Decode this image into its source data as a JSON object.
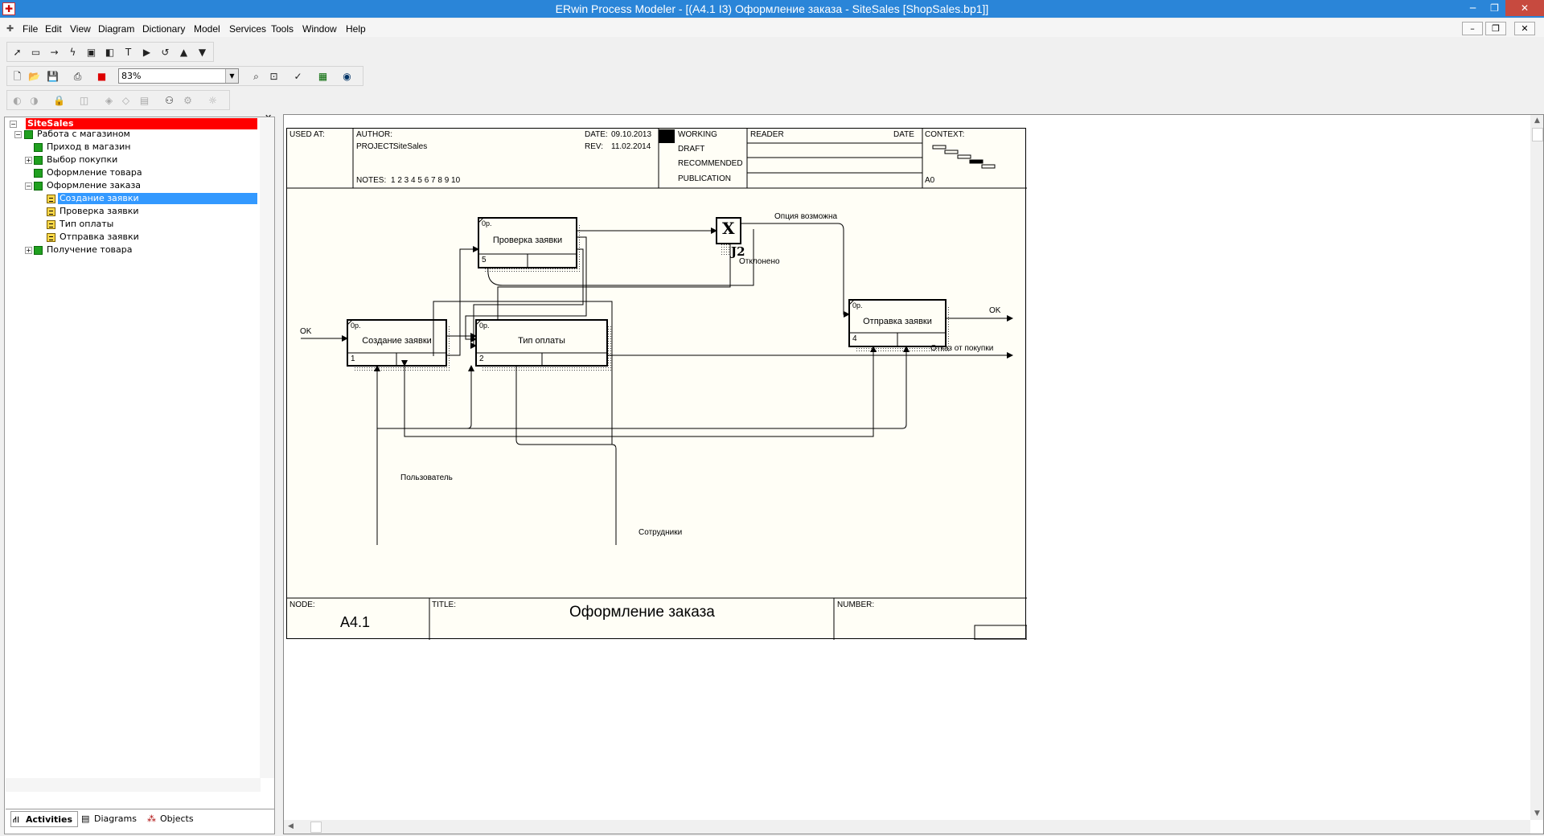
{
  "window": {
    "title": "ERwin Process Modeler - [(A4.1 I3) Оформление заказа - SiteSales  [ShopSales.bp1]]",
    "min_glyph": "─",
    "max_glyph": "❐",
    "close_glyph": "✕"
  },
  "menu": [
    "File",
    "Edit",
    "View",
    "Diagram",
    "Dictionary",
    "Model",
    "Services",
    "Tools",
    "Window",
    "Help"
  ],
  "mdi_buttons": [
    "–",
    "❐",
    "✕"
  ],
  "zoom": {
    "value": "83%"
  },
  "tree": {
    "root": "SiteSales",
    "items": [
      {
        "label": "Работа с магазином"
      },
      {
        "label": "Приход в магазин"
      },
      {
        "label": "Выбор покупки"
      },
      {
        "label": "Оформление товара"
      },
      {
        "label": "Оформление заказа"
      },
      {
        "label": "Создание заявки"
      },
      {
        "label": "Проверка заявки"
      },
      {
        "label": "Тип оплаты"
      },
      {
        "label": "Отправка заявки"
      },
      {
        "label": "Получение товара"
      }
    ]
  },
  "tabs": [
    "Activities",
    "Diagrams",
    "Objects"
  ],
  "frame": {
    "used_at": "USED AT:",
    "author": "AUTHOR:",
    "project_label": "PROJECT:",
    "project": "SiteSales",
    "date_label": "DATE:",
    "date": "09.10.2013",
    "rev_label": "REV:",
    "rev": "11.02.2014",
    "notes_label": "NOTES:",
    "notes": "1  2  3  4  5  6  7  8  9  10",
    "working": "WORKING",
    "draft": "DRAFT",
    "recommended": "RECOMMENDED",
    "publication": "PUBLICATION",
    "reader": "READER",
    "date2": "DATE",
    "context": "CONTEXT:",
    "context_node": "A0",
    "node_label": "NODE:",
    "node": "A4.1",
    "title_label": "TITLE:",
    "title": "Оформление заказа",
    "number_label": "NUMBER:"
  },
  "boxes": [
    {
      "name": "Создание заявки",
      "num": "1",
      "cost": "0р."
    },
    {
      "name": "Тип оплаты",
      "num": "2",
      "cost": "0р."
    },
    {
      "name": "Проверка заявки",
      "num": "5",
      "cost": "0р."
    },
    {
      "name": "Отправка заявки",
      "num": "4",
      "cost": "0р."
    }
  ],
  "junction": {
    "symbol": "X",
    "label": "J2"
  },
  "arrows": {
    "ok_in": "OK",
    "option": "Опция возможна",
    "rejected": "Отклонено",
    "ok_out": "OK",
    "refuse": "Отказ  от покупки",
    "user": "Пользователь",
    "staff": "Сотрудники"
  }
}
